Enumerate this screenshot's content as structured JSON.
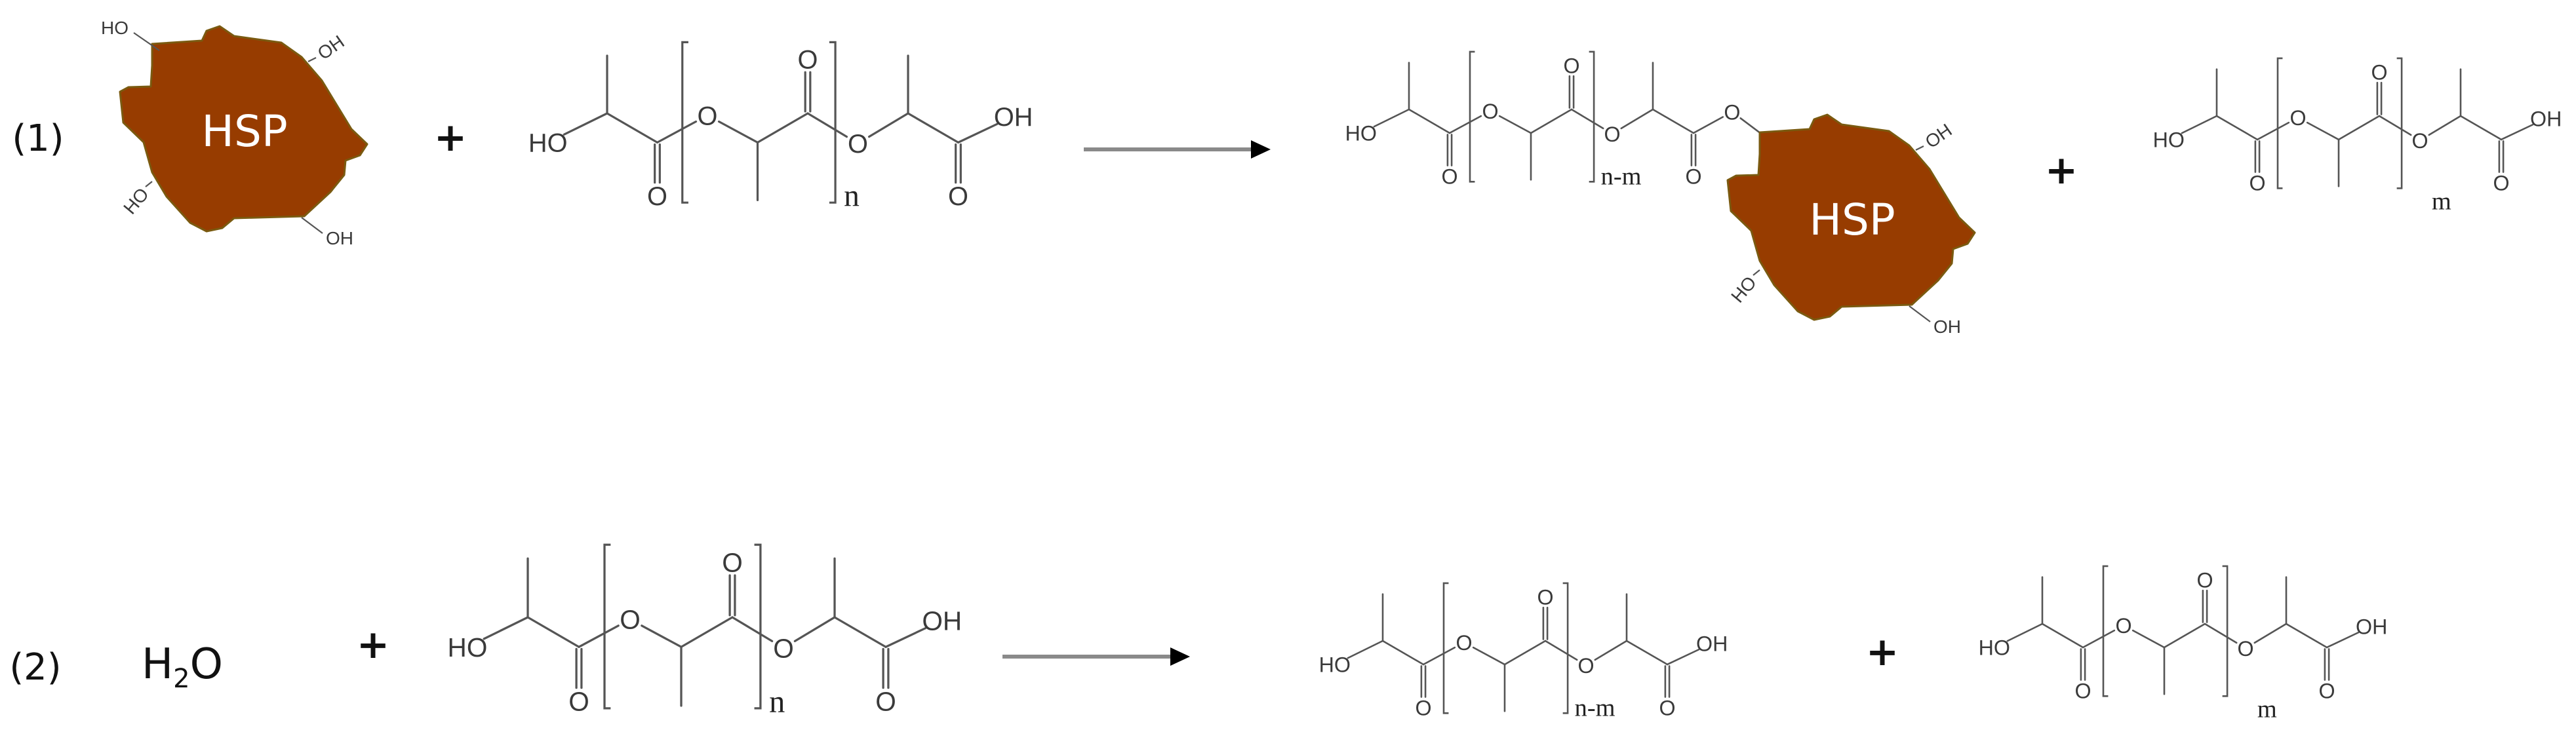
{
  "reactions": [
    {
      "label": "(1)",
      "reactant_particle": "HSP",
      "product_particle": "HSP",
      "particle_groups": [
        "HO",
        "OH",
        "HO",
        "OH"
      ],
      "polymer_repeat": "n",
      "product_repeat": "n-m",
      "fragment_repeat": "m",
      "plus": "+"
    },
    {
      "label": "(2)",
      "water": {
        "main": "H",
        "sub": "2",
        "tail": "O"
      },
      "polymer_repeat": "n",
      "product_repeat": "n-m",
      "fragment_repeat": "m",
      "plus": "+"
    }
  ],
  "atoms": {
    "hydroxyl_left": "HO",
    "hydroxyl_right": "OH",
    "oxygen": "O"
  },
  "colors": {
    "particle": "#973c00",
    "particle_edge": "#7a5a10",
    "particle_text": "#ffffff",
    "bond": "#555555",
    "arrow_shaft": "#8a8a8a",
    "arrow_head": "#000000"
  }
}
